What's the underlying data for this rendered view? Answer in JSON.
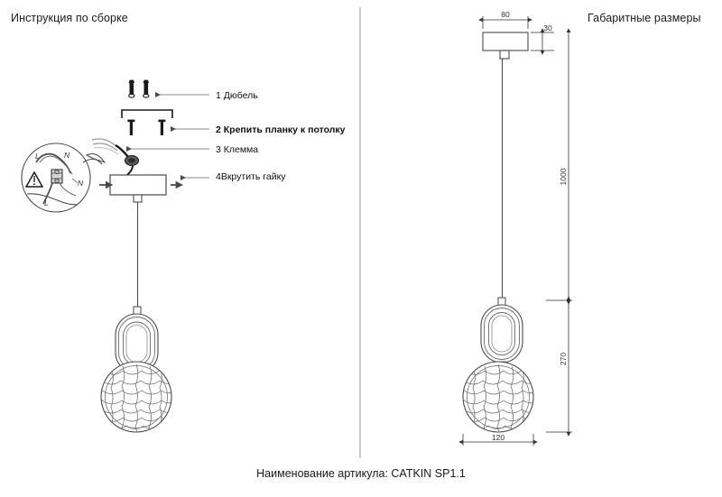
{
  "headers": {
    "left_title": "Инструкция по сборке",
    "right_title": "Габаритные размеры"
  },
  "assembly_steps": [
    {
      "num": "1",
      "label": "1 Дюбель",
      "part": "dowel"
    },
    {
      "num": "2",
      "label": "2  Крепить планку к потолку",
      "part": "mounting-bracket-screws"
    },
    {
      "num": "3",
      "label": "3 Клемма",
      "part": "terminal-block"
    },
    {
      "num": "4",
      "label": "4Вкрутить гайку",
      "part": "canopy-nut"
    }
  ],
  "wiring_detail": {
    "labels": [
      "L",
      "N",
      "N",
      "L"
    ],
    "warning_icon": "warning-triangle-icon"
  },
  "dimensions": {
    "canopy_width": "80",
    "canopy_height": "30",
    "drop_length": "1000",
    "fixture_height": "270",
    "sphere_width": "120"
  },
  "caption": "Наименование артикула: CATKIN SP1.1",
  "colors": {
    "line": "#4a4a4a",
    "text": "#1a1a1a",
    "dim": "#333333",
    "background": "#ffffff"
  }
}
